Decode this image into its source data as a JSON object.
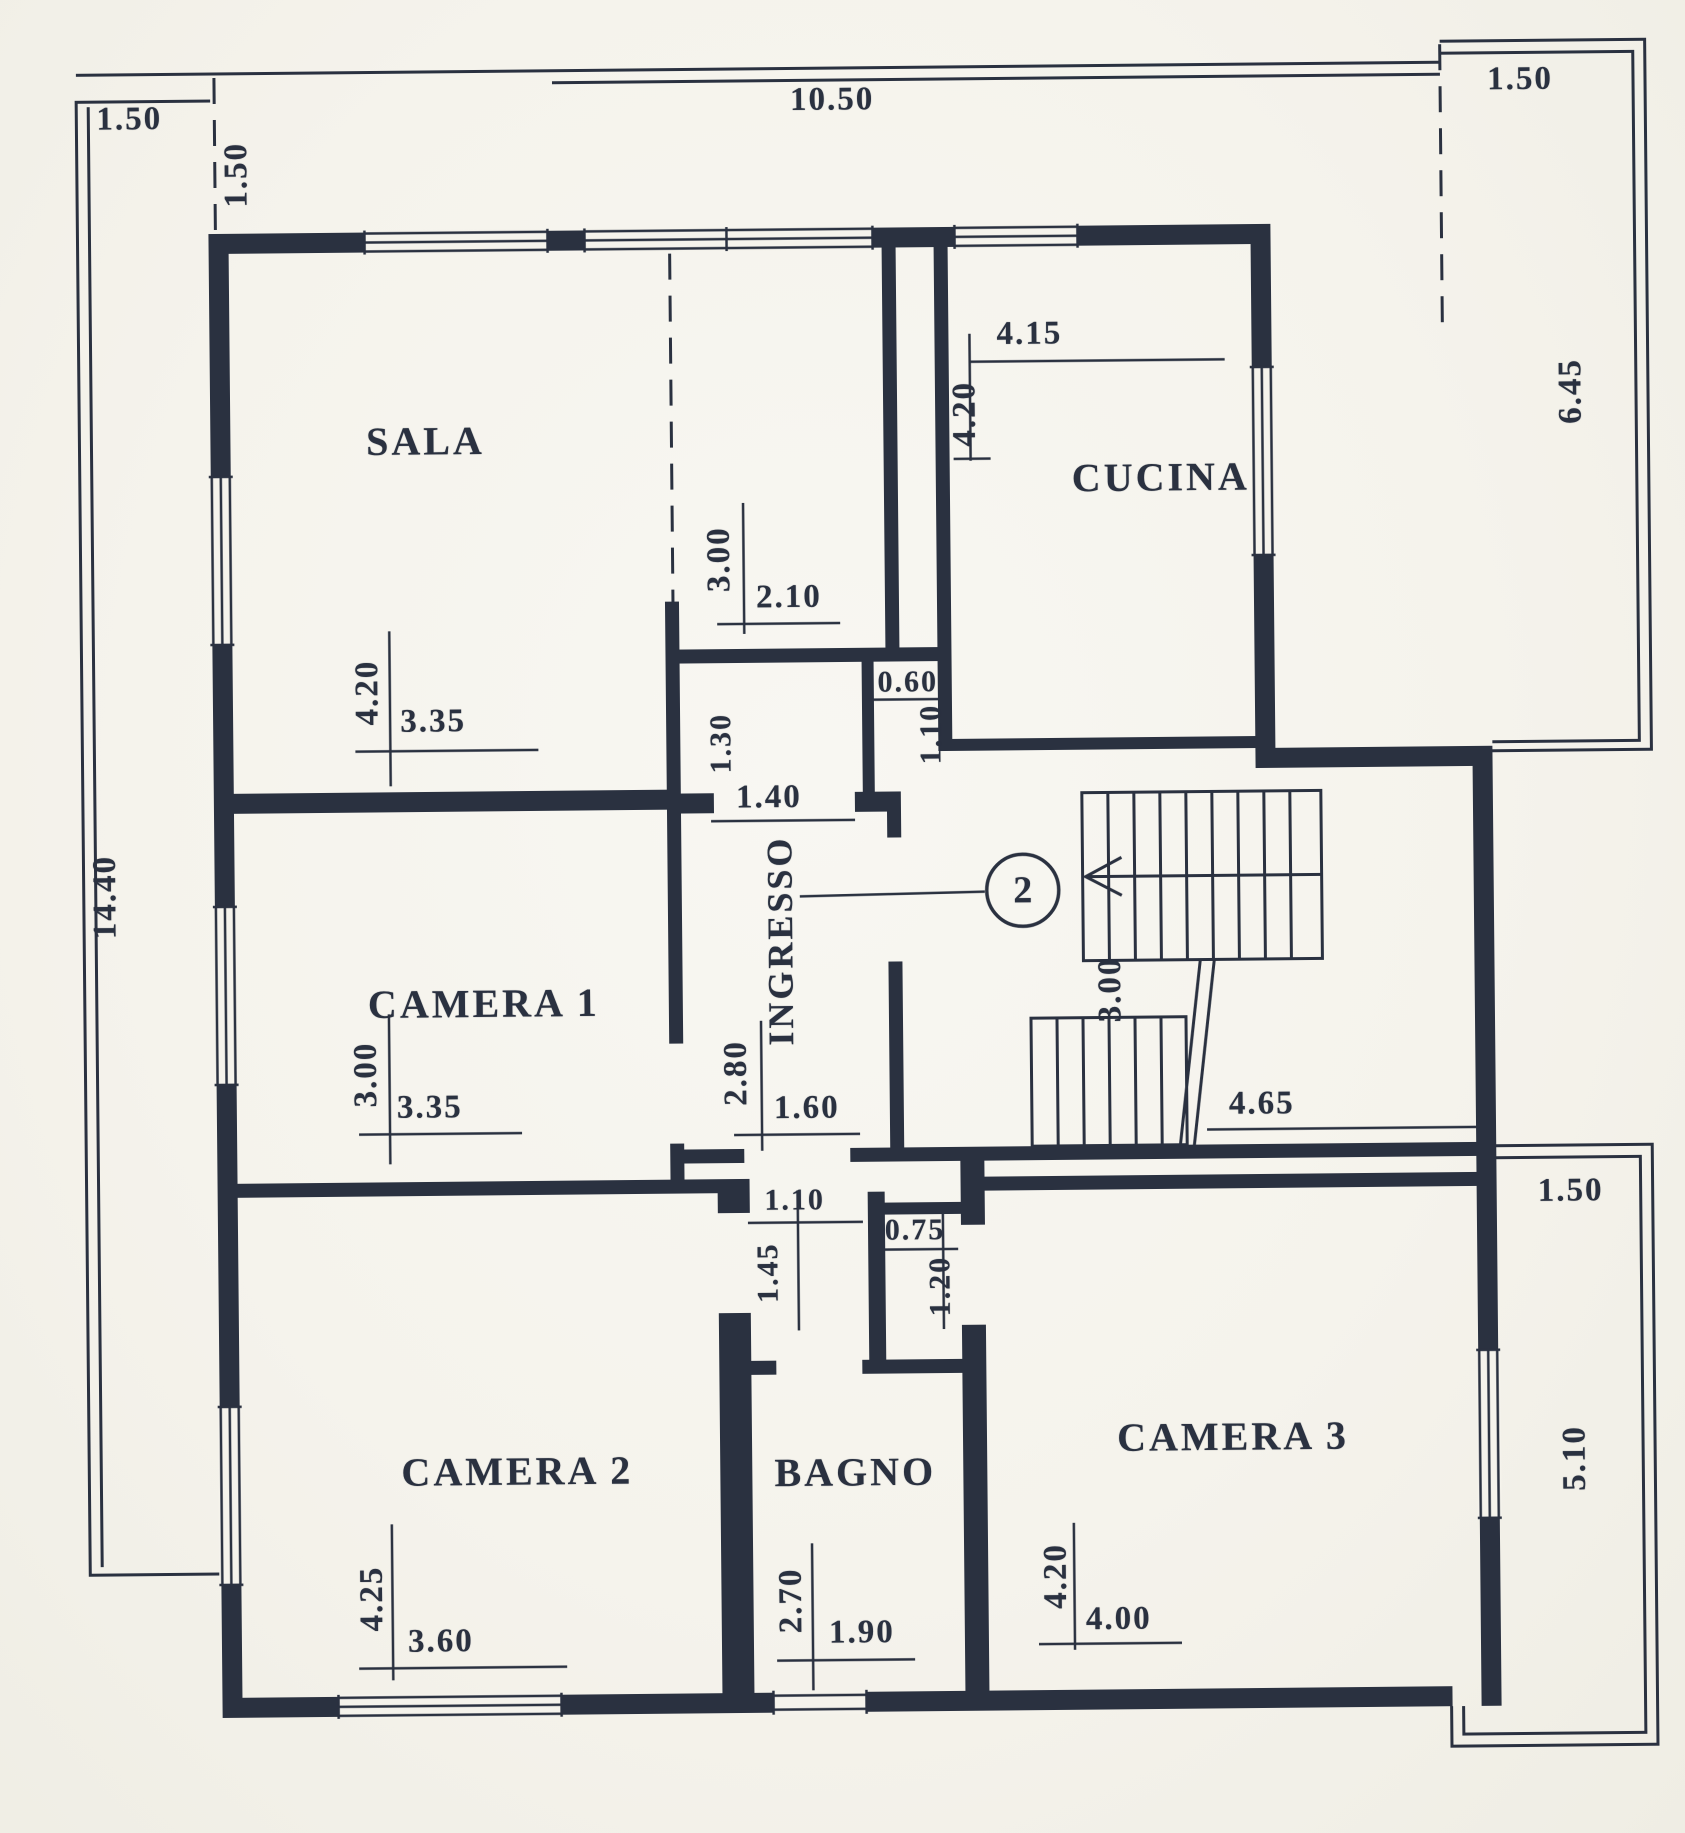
{
  "plan": {
    "type": "apartment floor plan (scanned blueprint)",
    "unit_badge": "2",
    "rooms": [
      {
        "id": "sala",
        "label": "SALA",
        "width": "3.35",
        "height": "4.20"
      },
      {
        "id": "cucina",
        "label": "CUCINA",
        "width": "4.15",
        "height": "4.20"
      },
      {
        "id": "camera1",
        "label": "CAMERA 1",
        "width": "3.35",
        "height": "3.00"
      },
      {
        "id": "ingresso",
        "label": "INGRESSO",
        "width": "1.60",
        "height": "2.80"
      },
      {
        "id": "camera2",
        "label": "CAMERA 2",
        "width": "3.60",
        "height": "4.25"
      },
      {
        "id": "bagno",
        "label": "BAGNO",
        "width": "1.90",
        "height": "2.70"
      },
      {
        "id": "camera3",
        "label": "CAMERA 3",
        "width": "4.00",
        "height": "4.20"
      }
    ],
    "spaces": {
      "corridor": {
        "width": "2.10",
        "height": "3.00"
      },
      "closet": {
        "width": "0.60",
        "height": "1.10"
      },
      "passage": {
        "height": "1.30",
        "door_width": "1.40"
      },
      "stairwell": {
        "width": "4.65",
        "height": "3.00"
      },
      "hall": {
        "width": "1.10",
        "height": "1.45"
      },
      "wc": {
        "width": "0.75",
        "height": "1.20"
      }
    },
    "exterior": {
      "top_width": "10.50",
      "left_height": "14.40",
      "balcony_top_left_width": "1.50",
      "balcony_top_left_depth": "1.50",
      "balcony_top_right_width": "1.50",
      "balcony_right_height": "6.45",
      "balcony_bottom_right_width": "1.50",
      "balcony_bottom_right_height": "5.10"
    },
    "colors": {
      "ink": "#2a3140",
      "paper": "#f5f3ec"
    }
  }
}
